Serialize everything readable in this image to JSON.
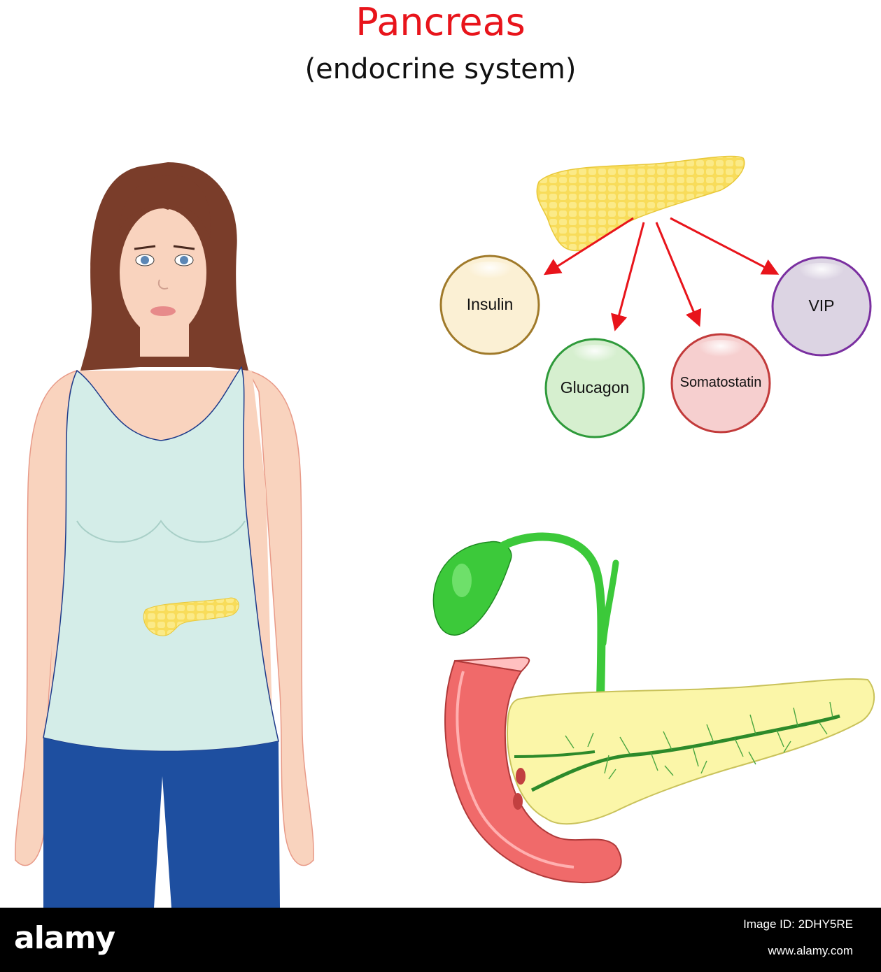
{
  "title": "Pancreas",
  "subtitle": "(endocrine system)",
  "hormones": [
    {
      "label": "Insulin",
      "color": "#fbf0d4"
    },
    {
      "label": "Glucagon",
      "color": "#d6efcf"
    },
    {
      "label": "Somatostatin",
      "color": "#f6cfcf"
    },
    {
      "label": "VIP",
      "color": "#dcd4e3"
    }
  ],
  "colors": {
    "title": "#e8141b",
    "arrow": "#e8141b",
    "pancreas": "#f8e06a",
    "gallbladder": "#3cc93a",
    "duodenum": "#f06a6a",
    "tank_top": "#d4ede8",
    "jeans": "#1e4fa0",
    "skin": "#f9d3be",
    "hair": "#7a3d2a"
  },
  "footer": {
    "brand": "alamy",
    "image_id": "Image ID: 2DHY5RE",
    "url": "www.alamy.com"
  }
}
